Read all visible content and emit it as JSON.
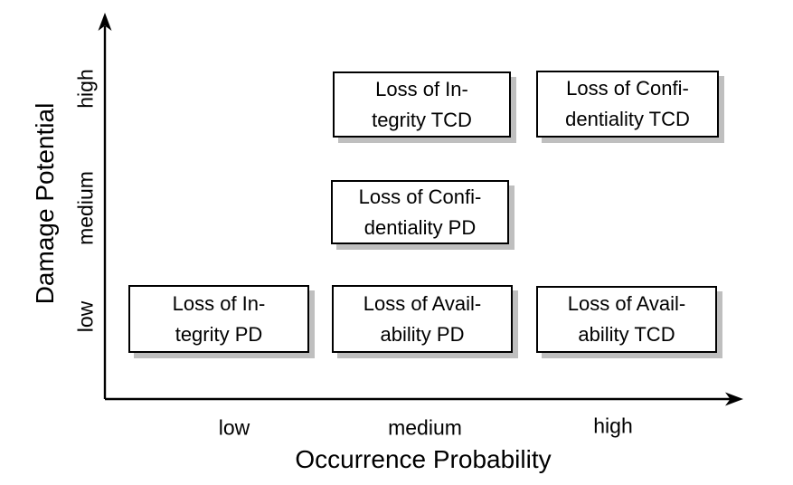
{
  "chart_data": {
    "type": "scatter",
    "title": "",
    "xlabel": "Occurrence Probability",
    "ylabel": "Damage Potential",
    "x_ticks": [
      "low",
      "medium",
      "high"
    ],
    "y_ticks": [
      "low",
      "medium",
      "high"
    ],
    "grid": false,
    "legend": null,
    "points": [
      {
        "label": "Loss of Integrity TCD",
        "x": "medium",
        "y": "high"
      },
      {
        "label": "Loss of Confidentiality TCD",
        "x": "high",
        "y": "high"
      },
      {
        "label": "Loss of Confidentiality PD",
        "x": "medium",
        "y": "medium"
      },
      {
        "label": "Loss of Integrity PD",
        "x": "low",
        "y": "low"
      },
      {
        "label": "Loss of Availability PD",
        "x": "medium",
        "y": "low"
      },
      {
        "label": "Loss of Availability TCD",
        "x": "high",
        "y": "low"
      }
    ]
  },
  "boxes": [
    {
      "line1": "Loss of In-",
      "line2": "tegrity TCD"
    },
    {
      "line1": "Loss of Confi-",
      "line2": "dentiality TCD"
    },
    {
      "line1": "Loss of Confi-",
      "line2": "dentiality PD"
    },
    {
      "line1": "Loss of In-",
      "line2": "tegrity PD"
    },
    {
      "line1": "Loss of Avail-",
      "line2": "ability PD"
    },
    {
      "line1": "Loss of Avail-",
      "line2": "ability TCD"
    }
  ],
  "colors": {
    "axis": "#000000",
    "box_border": "#000000",
    "box_shadow": "#bfbfbf",
    "text": "#000000",
    "background": "#ffffff"
  }
}
